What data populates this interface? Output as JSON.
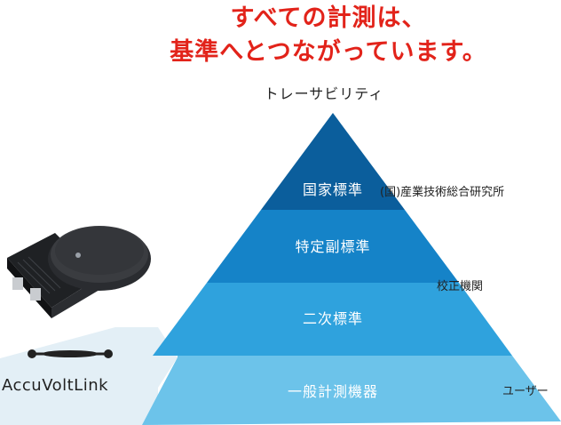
{
  "headline": {
    "line1": "すべての計測は、",
    "line2": "基準へとつながっています。"
  },
  "pyramid": {
    "title": "トレーサビリティ",
    "levels": [
      {
        "label": "国家標準",
        "color": "#0b5e9c"
      },
      {
        "label": "特定副標準",
        "color": "#1583c8"
      },
      {
        "label": "二次標準",
        "color": "#2fa2dd"
      },
      {
        "label": "一般計測機器",
        "color": "#6cc3ea"
      }
    ]
  },
  "side_labels": {
    "national": "(国)産業技術総合研究所",
    "calibration": "校正機関",
    "user": "ユーザー"
  },
  "brand": {
    "name": "AccuVoltLink",
    "panel_color": "#e3eff6"
  }
}
